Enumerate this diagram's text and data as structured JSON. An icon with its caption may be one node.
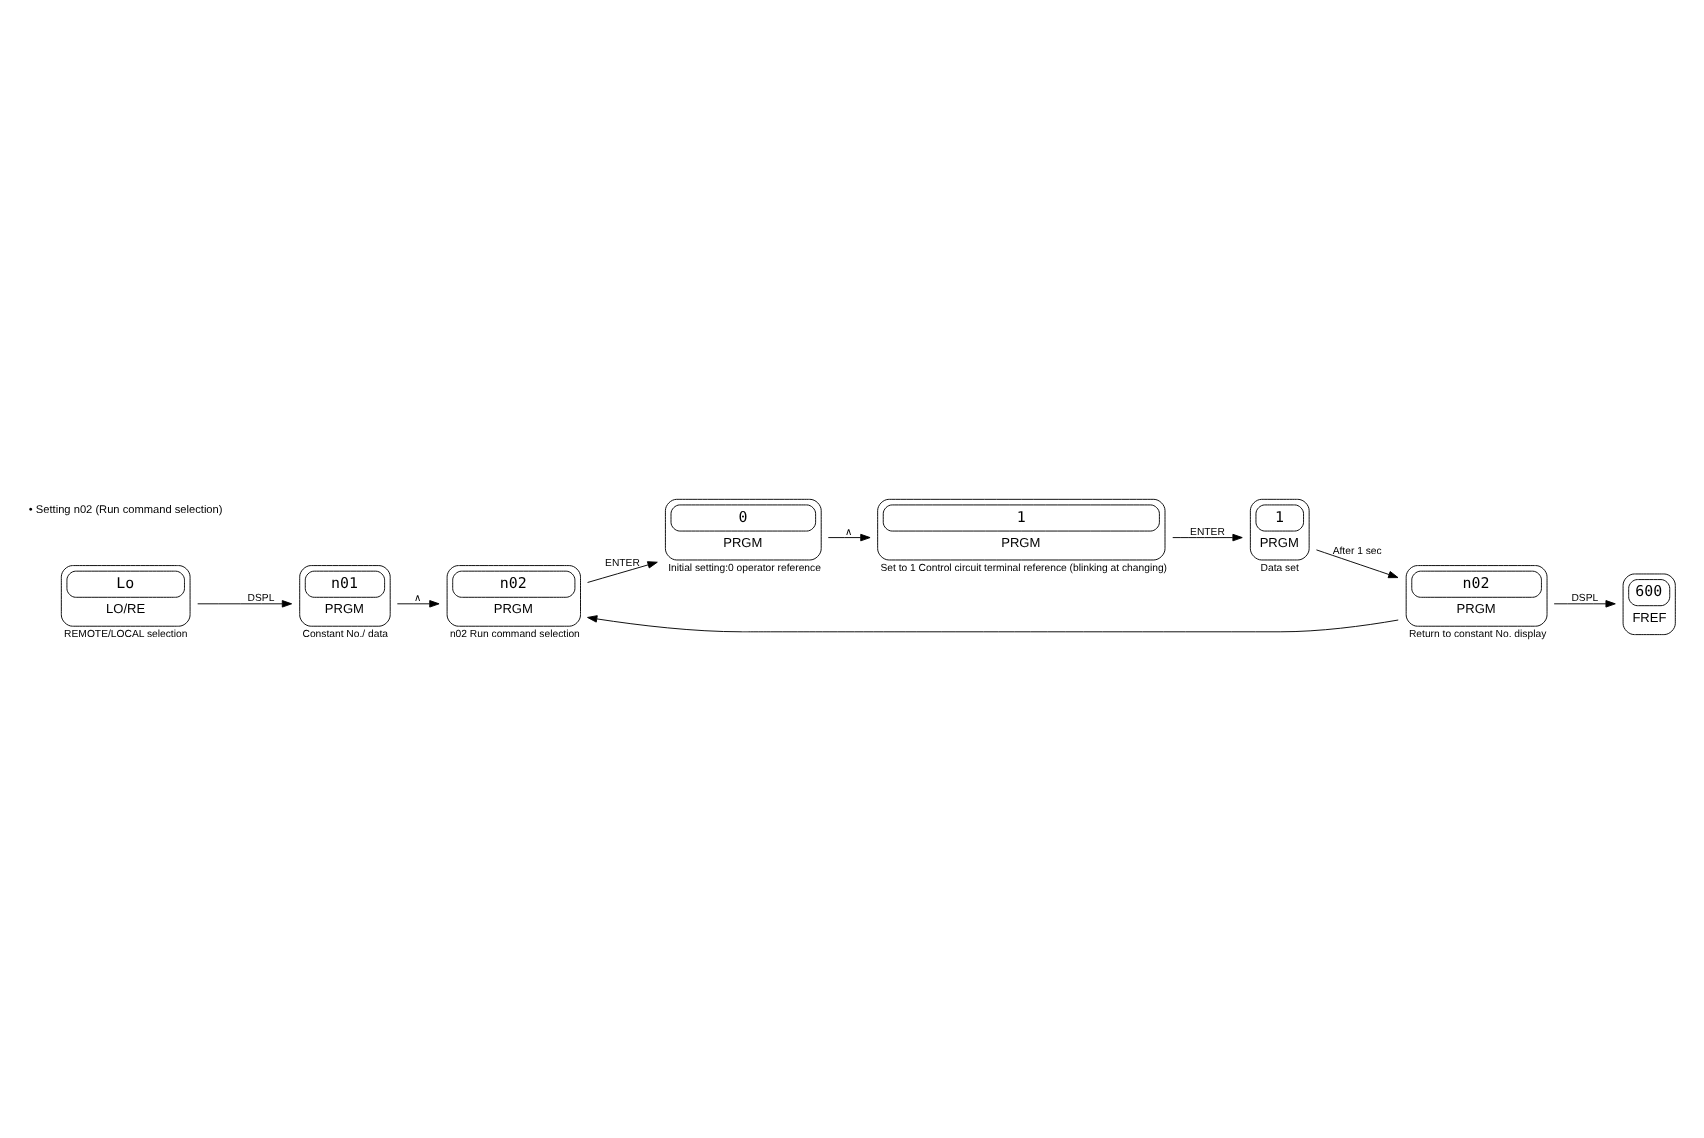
{
  "diagram": {
    "nodes": [
      {
        "text": [
          "Lo",
          "LO/RE"
        ],
        "beside": [
          "REMOTE/LOCAL selection"
        ]
      },
      {
        "text": [
          "n01",
          "PRGM"
        ],
        "beside": [
          "Constant No./ data"
        ]
      },
      {
        "text": [
          "n02",
          "PRGM"
        ],
        "beside": [
          "n02 Run command selection"
        ]
      },
      {
        "text": [
          "0",
          "PRGM"
        ],
        "beside": [
          "Initial setting:0 operator reference"
        ]
      },
      {
        "text": [
          "1",
          "PRGM"
        ],
        "beside": [
          "Set to 1 Control circuit terminal reference (blinking at changing)"
        ]
      },
      {
        "text": [
          "1",
          "PRGM"
        ],
        "beside": [
          "Data set"
        ]
      },
      {
        "text": [
          "n02",
          "PRGM"
        ],
        "beside": [
          "Return to constant No. display"
        ]
      },
      {
        "text": [
          "600",
          "FREF"
        ]
      }
    ],
    "edges": [
      {
        "from": 0,
        "to": 1,
        "arrow": "to",
        "label": "DSPL"
      },
      {
        "from": 1,
        "to": 2,
        "arrow": "to",
        "label": "∧"
      },
      {
        "from": 2,
        "to": 3,
        "arrow": "to",
        "label": "ENTER"
      },
      {
        "from": 3,
        "to": 4,
        "arrow": "to",
        "label": "∧"
      },
      {
        "from": 4,
        "to": 5,
        "arrow": "to",
        "label": "ENTER"
      },
      {
        "from": 5,
        "to": 6,
        "arrow": "to",
        "label": "After 1 sec"
      },
      {
        "from": 6,
        "to": 2,
        "arrow": "to"
      },
      {
        "from": 6,
        "to": 7,
        "arrow": "to",
        "label": "DSPL"
      }
    ],
    "labels": [
      "• Setting n02 (Run command selection)"
    ]
  }
}
